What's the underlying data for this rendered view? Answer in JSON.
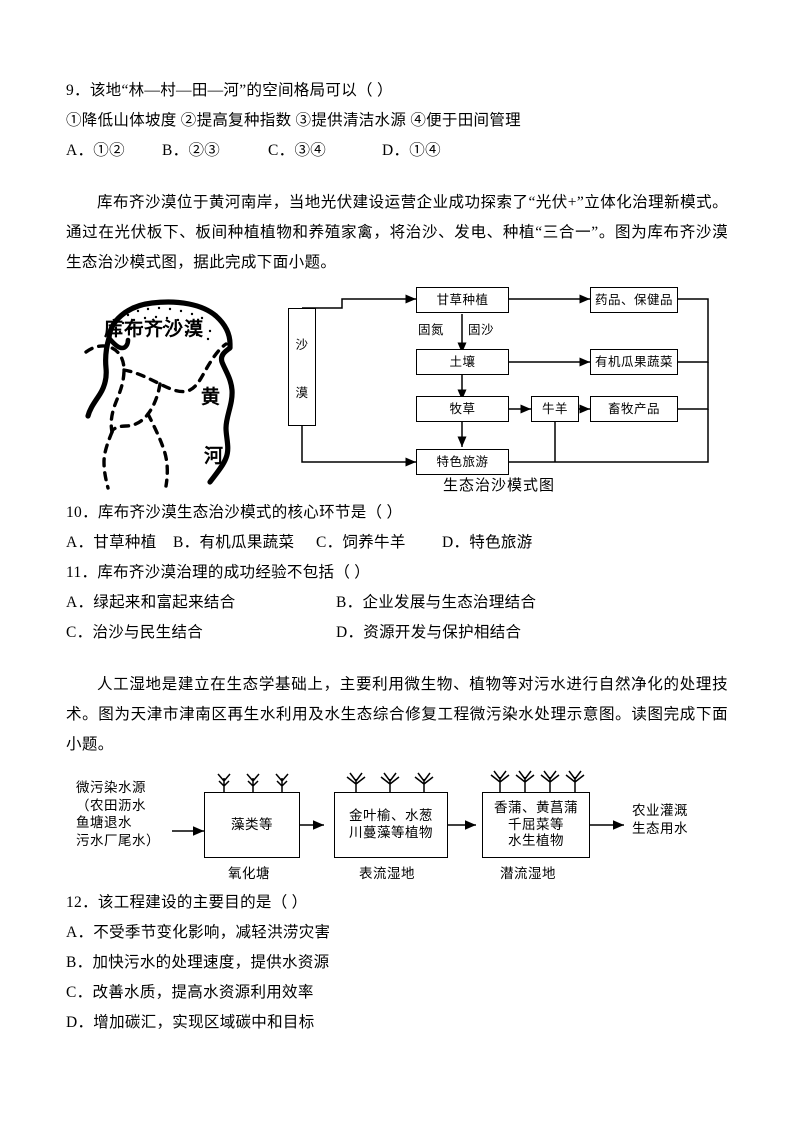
{
  "questions": [
    {
      "id": "q9",
      "stem": "9．该地“林—村—田—河”的空间格局可以（  ）",
      "statements": "①降低山体坡度 ②提高复种指数 ③提供清洁水源 ④便于田间管理",
      "options": [
        "A．①②",
        "B．②③",
        "C．③④",
        "D．①④"
      ]
    },
    {
      "id": "q10",
      "stem": "10．库布齐沙漠生态治沙模式的核心环节是（  ）",
      "options": [
        "A．甘草种植",
        "B．有机瓜果蔬菜",
        "C．饲养牛羊",
        "D．特色旅游"
      ]
    },
    {
      "id": "q11",
      "stem": "11．库布齐沙漠治理的成功经验不包括（  ）",
      "options_row1": [
        "A．绿起来和富起来结合",
        "B．企业发展与生态治理结合"
      ],
      "options_row2": [
        "C．治沙与民生结合",
        "D．资源开发与保护相结合"
      ]
    },
    {
      "id": "q12",
      "stem": "12．该工程建设的主要目的是（  ）",
      "options": [
        "A．不受季节变化影响，减轻洪涝灾害",
        "B．加快污水的处理速度，提供水资源",
        "C．改善水质，提高水资源利用效率",
        "D．增加碳汇，实现区域碳中和目标"
      ]
    }
  ],
  "passages": {
    "kubuqi": "库布齐沙漠位于黄河南岸，当地光伏建设运营企业成功探索了“光伏+”立体化治理新模式。通过在光伏板下、板间种植植物和养殖家禽，将治沙、发电、种植“三合一”。图为库布齐沙漠生态治沙模式图，据此完成下面小题。",
    "wetland": "人工湿地是建立在生态学基础上，主要利用微生物、植物等对污水进行自然净化的处理技术。图为天津市津南区再生水利用及水生态综合修复工程微污染水处理示意图。读图完成下面小题。"
  },
  "figure_desert": {
    "map_name": "库布齐沙漠",
    "river_char_1": "黄",
    "river_char_2": "河"
  },
  "figure_flow": {
    "caption": "生态治沙模式图",
    "source_box": [
      "沙",
      "漠"
    ],
    "nodes": {
      "licorice": "甘草种植",
      "soil": "土壤",
      "forage": "牧草",
      "tourism": "特色旅游",
      "cattle": "牛羊",
      "medicine": "药品、保健品",
      "produce": "有机瓜果蔬菜",
      "livestock": "畜牧产品"
    },
    "edge_labels": [
      "固氮",
      "固沙"
    ]
  },
  "figure_wetland": {
    "source_text": "微污染水源\n（农田沥水\n鱼塘退水\n污水厂尾水）",
    "stage1_box": "藻类等",
    "stage1_caption": "氧化塘",
    "stage2_box": "金叶榆、水葱\n川蔓藻等植物",
    "stage2_caption": "表流湿地",
    "stage3_box": "香蒲、黄菖蒲\n千屈菜等\n水生植物",
    "stage3_caption": "潜流湿地",
    "output_text": "农业灌溉\n生态用水"
  }
}
